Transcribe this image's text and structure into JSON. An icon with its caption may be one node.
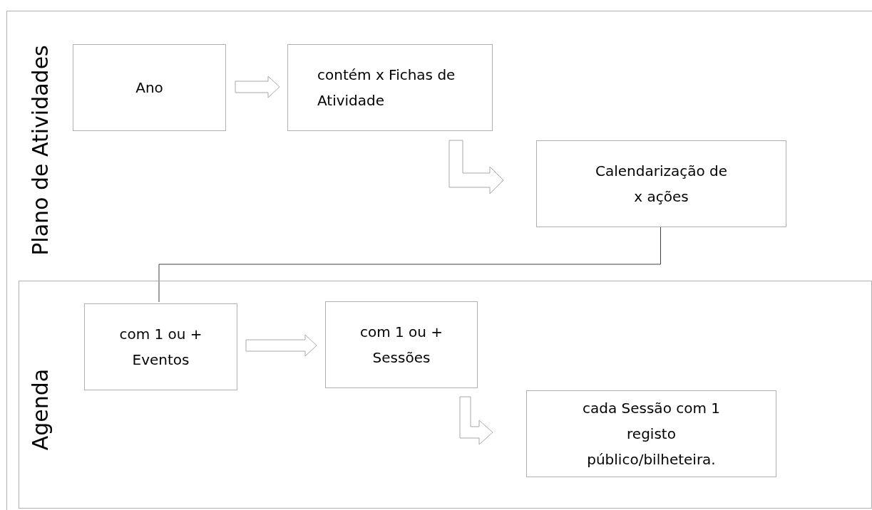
{
  "diagram": {
    "nodes": [
      {
        "text": [
          "Plano de Atividades"
        ]
      },
      {
        "text": [
          "Ano"
        ],
        "in": 0
      },
      {
        "text": [
          "contém x Fichas de Atividade"
        ],
        "in": 0
      },
      {
        "text": [
          "Calendarização de x ações"
        ],
        "in": 0
      },
      {
        "text": [
          "Agenda"
        ],
        "in": 0
      },
      {
        "text": [
          "com 1 ou + Eventos"
        ],
        "in": 4
      },
      {
        "text": [
          "com 1 ou + Sessões"
        ],
        "in": 4
      },
      {
        "text": [
          "cada Sessão com 1 registo público/bilheteira."
        ],
        "in": 4
      }
    ],
    "edges": [
      {
        "from": 1,
        "to": 2,
        "arrow": "to",
        "style": "thick"
      },
      {
        "from": 2,
        "to": 3,
        "arrow": "to",
        "style": "thick"
      },
      {
        "from": 3,
        "to": 5,
        "arrow": "none"
      },
      {
        "from": 5,
        "to": 6,
        "arrow": "to",
        "style": "thick"
      },
      {
        "from": 6,
        "to": 7,
        "arrow": "to",
        "style": "thick"
      }
    ]
  }
}
